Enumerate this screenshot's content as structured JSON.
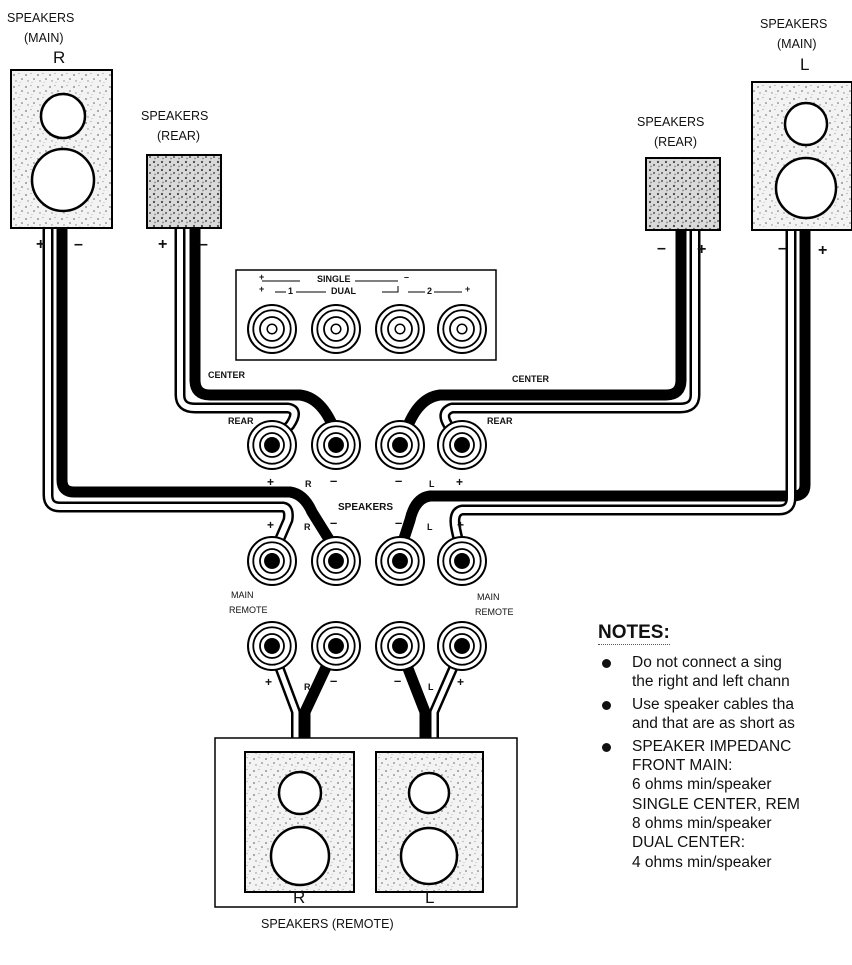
{
  "speakers": {
    "main_right": {
      "title_line1": "SPEAKERS",
      "title_line2": "(MAIN)",
      "channel": "R",
      "plus": "+",
      "minus": "–"
    },
    "main_left": {
      "title_line1": "SPEAKERS",
      "title_line2": "(MAIN)",
      "channel": "L",
      "plus": "+",
      "minus": "–"
    },
    "rear_right": {
      "title_line1": "SPEAKERS",
      "title_line2": "(REAR)",
      "plus": "+",
      "minus": "–"
    },
    "rear_left": {
      "title_line1": "SPEAKERS",
      "title_line2": "(REAR)",
      "plus": "+",
      "minus": "–"
    },
    "remote": {
      "label": "SPEAKERS (REMOTE)",
      "left_channel": "L",
      "right_channel": "R"
    }
  },
  "center_panel": {
    "single": "SINGLE",
    "dual": "DUAL",
    "one": "1",
    "two": "2",
    "plus": "+",
    "minus": "–"
  },
  "terminals": {
    "center_left": "CENTER",
    "center_right": "CENTER",
    "rear_left": "REAR",
    "rear_right": "REAR",
    "speakers": "SPEAKERS",
    "main_left": "MAIN",
    "main_right": "MAIN",
    "remote_left": "REMOTE",
    "remote_right": "REMOTE",
    "r": "R",
    "l": "L",
    "plus": "+",
    "minus": "–"
  },
  "notes": {
    "heading": "NOTES:",
    "items": [
      {
        "line1": "Do not connect a sing",
        "line2": "the right and left chann"
      },
      {
        "line1": "Use speaker cables tha",
        "line2": "and that are as short as"
      },
      {
        "line1": "SPEAKER IMPEDANC",
        "line2": "FRONT MAIN:",
        "line3": "6 ohms min/speaker",
        "line4": "SINGLE CENTER, REM",
        "line5": "8 ohms min/speaker",
        "line6": "DUAL CENTER:",
        "line7": "4 ohms min/speaker"
      }
    ]
  }
}
